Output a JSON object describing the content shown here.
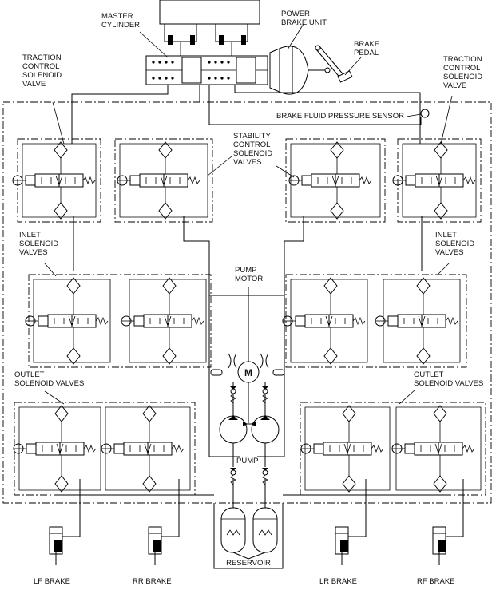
{
  "labels": {
    "master_cylinder": [
      "MASTER",
      "CYLINDER"
    ],
    "power_brake_unit": [
      "POWER",
      "BRAKE UNIT"
    ],
    "brake_pedal": [
      "BRAKE",
      "PEDAL"
    ],
    "traction_left": [
      "TRACTION",
      "CONTROL",
      "SOLENOID",
      "VALVE"
    ],
    "traction_right": [
      "TRACTION",
      "CONTROL",
      "SOLENOID",
      "VALVE"
    ],
    "pressure_sensor": "BRAKE FLUID PRESSURE SENSOR",
    "stability": [
      "STABILITY",
      "CONTROL",
      "SOLENOID",
      "VALVES"
    ],
    "inlet_left": [
      "INLET",
      "SOLENOID",
      "VALVES"
    ],
    "inlet_right": [
      "INLET",
      "SOLENOID",
      "VALVES"
    ],
    "pump_motor": [
      "PUMP",
      "MOTOR"
    ],
    "motor_symbol": "M",
    "outlet_left": [
      "OUTLET",
      "SOLENOID VALVES"
    ],
    "outlet_right": [
      "OUTLET",
      "SOLENOID VALVES"
    ],
    "pump": "PUMP",
    "reservoir": "RESERVOIR",
    "lf_brake": "LF BRAKE",
    "rr_brake": "RR BRAKE",
    "lr_brake": "LR BRAKE",
    "rf_brake": "RF BRAKE"
  }
}
